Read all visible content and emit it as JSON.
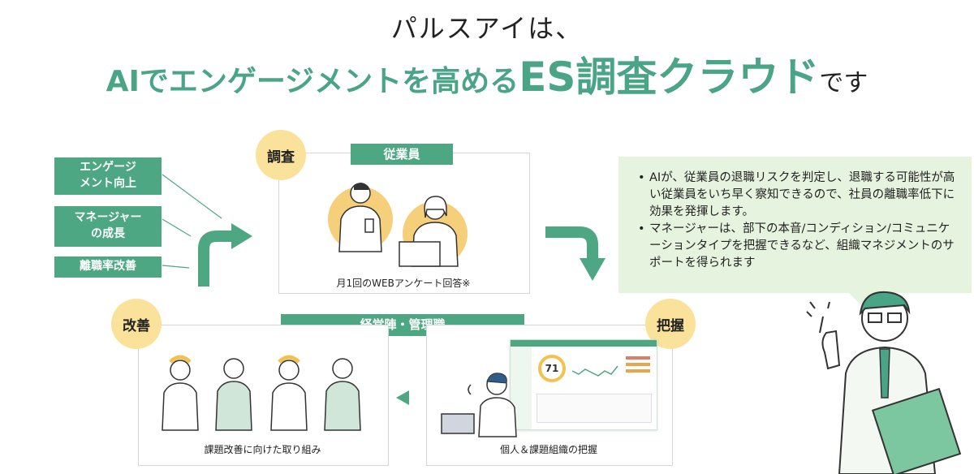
{
  "header": {
    "line1": "パルスアイは、",
    "line2_part1": "AIでエンゲージメントを高める",
    "line2_part2": "ES調査クラウド",
    "line2_part3": "です"
  },
  "benefits": [
    "エンゲージ\nメント向上",
    "マネージャー\nの成長",
    "離職率改善"
  ],
  "stages": {
    "survey": "調査",
    "grasp": "把握",
    "improve": "改善"
  },
  "survey": {
    "target": "従業員",
    "caption": "月1回のWEBアンケート回答※"
  },
  "management": {
    "target": "経営陣・管理職",
    "caption_grasp": "個人＆課題組織の把握",
    "caption_improve": "課題改善に向けた取り組み"
  },
  "dashboard": {
    "score": "71"
  },
  "speech": {
    "items": [
      "AIが、従業員の退職リスクを判定し、退職する可能性が高い従業員をいち早く察知できるので、社員の離職率低下に効果を発揮します。",
      "マネージャーは、部下の本音/コンディション/コミュニケーションタイプを把握できるなど、組織マネジメントのサポートを得られます"
    ]
  },
  "colors": {
    "accent": "#4ea783",
    "title_green": "#4aa486",
    "circle": "#fbe29a",
    "speech_bg": "#e6f3df"
  }
}
